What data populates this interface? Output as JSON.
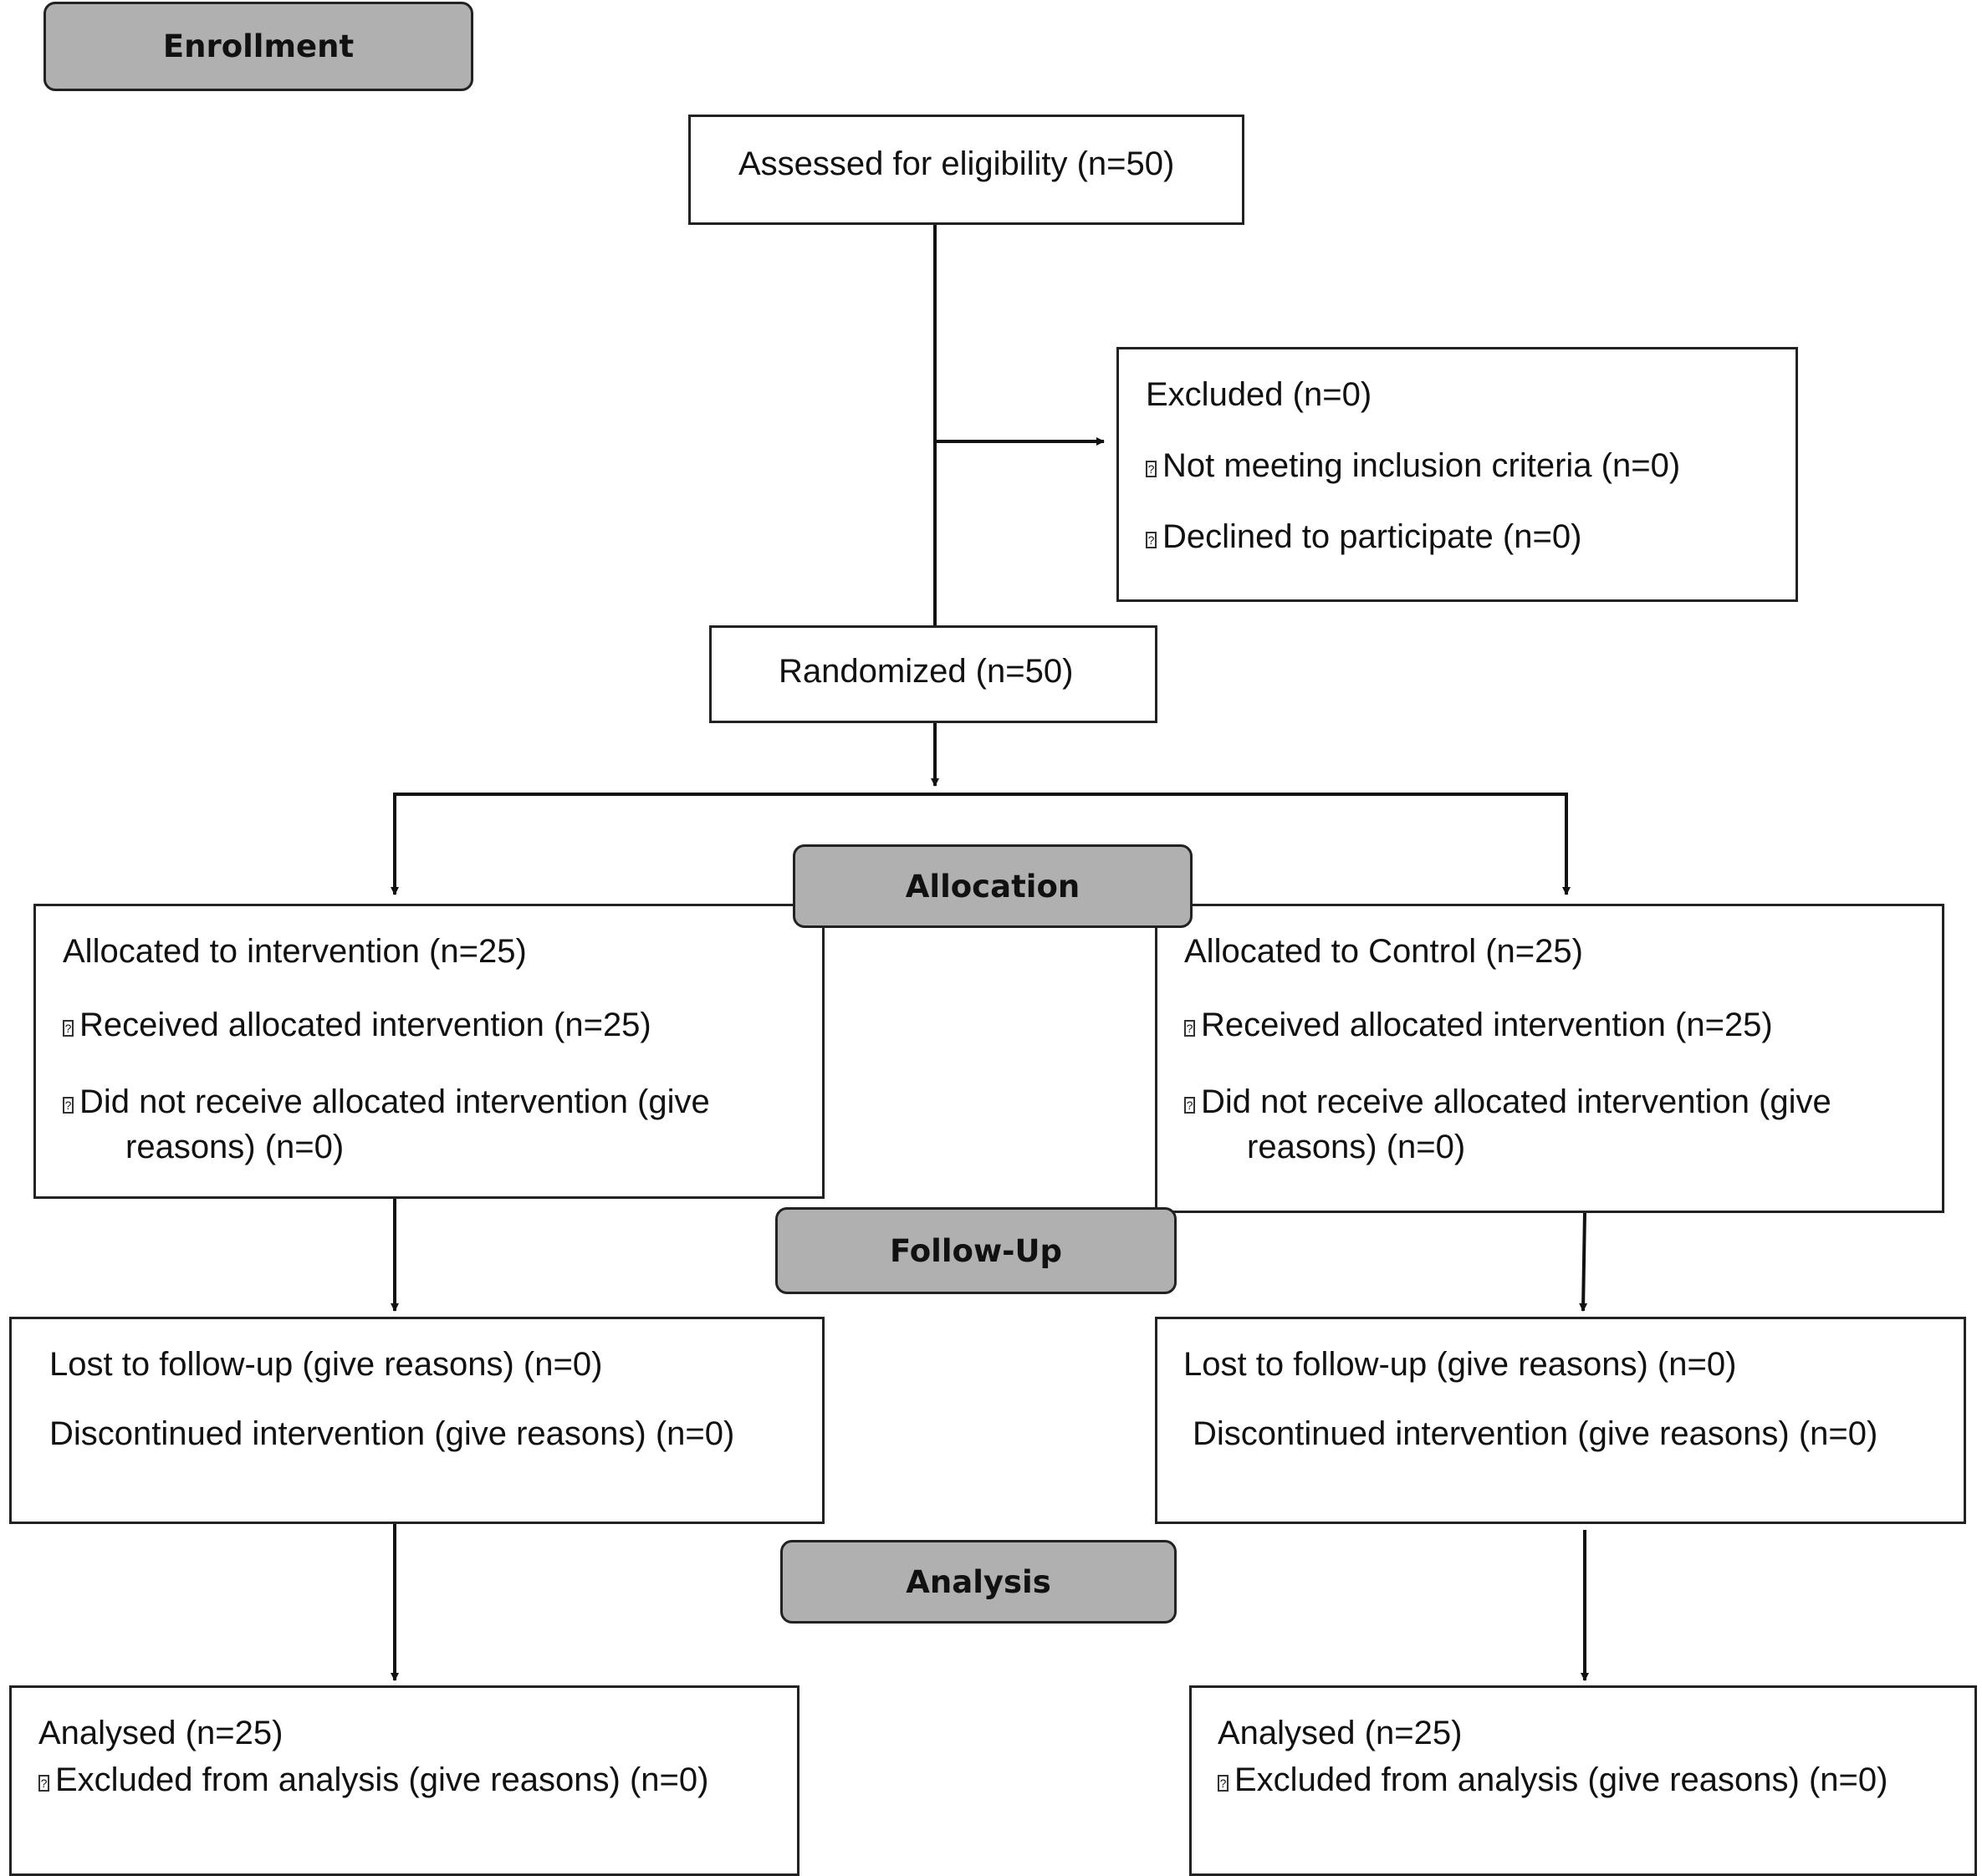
{
  "phases": {
    "enrollment": "Enrollment",
    "allocation": "Allocation",
    "follow_up": "Follow-Up",
    "analysis": "Analysis"
  },
  "assessed": "Assessed for eligibility (n=50)",
  "excluded": {
    "title": "Excluded (n=0)",
    "items": [
      "Not meeting inclusion criteria (n=0)",
      "Declined to participate (n=0)"
    ]
  },
  "randomized": "Randomized (n=50)",
  "arms": [
    {
      "allocated": "Allocated to intervention (n=25)",
      "received": "Received allocated intervention (n=25)",
      "not_received_1": "Did not receive allocated intervention (give",
      "not_received_2": "reasons) (n=0)",
      "lost": "Lost to follow-up (give reasons) (n=0)",
      "discontinued": "Discontinued intervention (give reasons) (n=0)",
      "analysed": "Analysed (n=25)",
      "excluded_analysis": "Excluded from analysis (give reasons) (n=0)"
    },
    {
      "allocated": "Allocated to Control (n=25)",
      "received": "Received allocated intervention (n=25)",
      "not_received_1": "Did not receive allocated intervention (give",
      "not_received_2": "reasons) (n=0)",
      "lost": "Lost to follow-up (give reasons) (n=0)",
      "discontinued": "Discontinued intervention (give reasons) (n=0)",
      "analysed": "Analysed (n=25)",
      "excluded_analysis": "Excluded from analysis (give reasons) (n=0)"
    }
  ]
}
